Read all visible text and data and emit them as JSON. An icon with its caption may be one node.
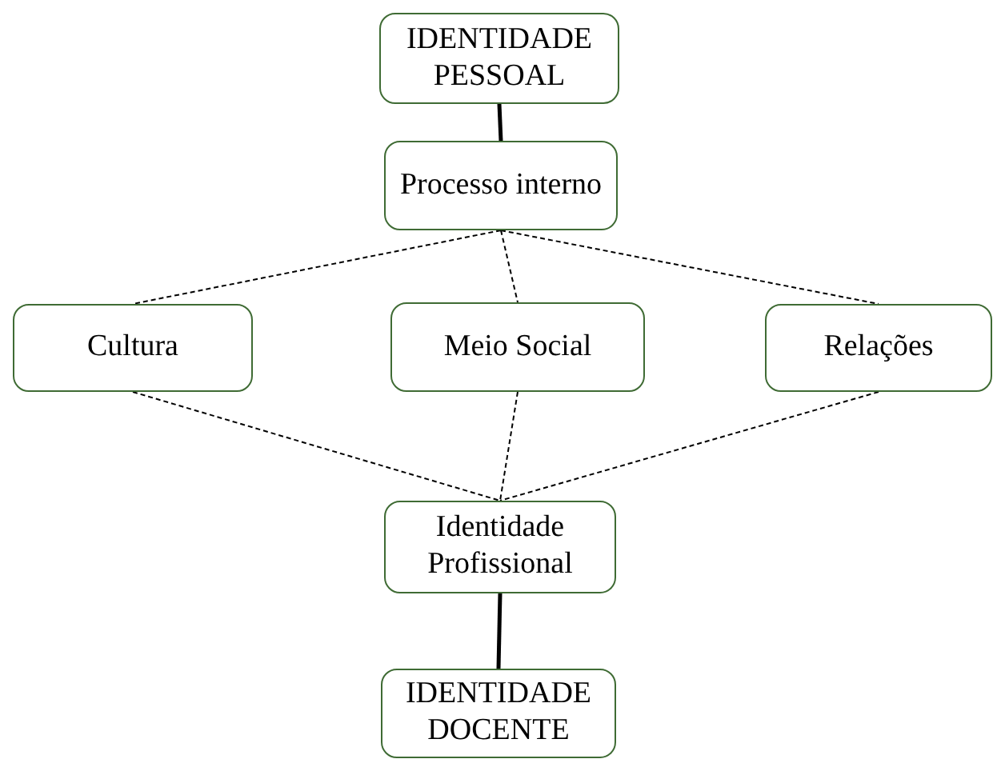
{
  "diagram": {
    "nodes": [
      {
        "text": [
          "IDENTIDADE PESSOAL"
        ]
      },
      {
        "text": [
          "Processo interno"
        ]
      },
      {
        "text": [
          "Cultura"
        ]
      },
      {
        "text": [
          "Meio Social"
        ]
      },
      {
        "text": [
          "Relações"
        ]
      },
      {
        "text": [
          "Identidade Profissional"
        ]
      },
      {
        "text": [
          "IDENTIDADE DOCENTE"
        ]
      }
    ],
    "edges": [
      {
        "from": 0,
        "to": 1,
        "arrow": "none",
        "style": "thick"
      },
      {
        "from": 1,
        "to": 2,
        "arrow": "none",
        "style": "dashed"
      },
      {
        "from": 1,
        "to": 3,
        "arrow": "none",
        "style": "dashed"
      },
      {
        "from": 1,
        "to": 4,
        "arrow": "none",
        "style": "dashed"
      },
      {
        "from": 2,
        "to": 5,
        "arrow": "none",
        "style": "dashed"
      },
      {
        "from": 3,
        "to": 5,
        "arrow": "none",
        "style": "dashed"
      },
      {
        "from": 4,
        "to": 5,
        "arrow": "none",
        "style": "dashed"
      },
      {
        "from": 5,
        "to": 6,
        "arrow": "none",
        "style": "thick"
      }
    ]
  }
}
